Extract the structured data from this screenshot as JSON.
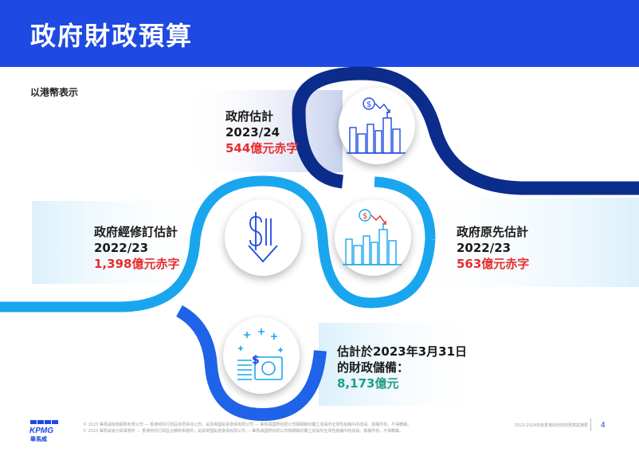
{
  "header": {
    "title": "政府財政預算"
  },
  "subtitle": "以港幣表示",
  "items": [
    {
      "line1": "政府估計",
      "line2": "2023/24",
      "value": "544億元赤字"
    },
    {
      "line1": "政府經修訂估計",
      "line2": "2022/23",
      "value": "1,398億元赤字"
    },
    {
      "line1": "政府原先估計",
      "line2": "2022/23",
      "value": "563億元赤字"
    },
    {
      "line1": "估計於2023年3月31日",
      "line2": "的財政儲備：",
      "value": "8,173億元"
    }
  ],
  "colors": {
    "header": "#1E49E2",
    "deficit": "#E62E2E",
    "reserve": "#1F9E86",
    "dark_curve": "#0C2C8C",
    "light_curve": "#19A6EE"
  },
  "icons": [
    "money-down-city-icon",
    "dollar-down-arrow-icon",
    "money-down-city-icon",
    "coins-cash-sparkle-icon"
  ],
  "footer": {
    "logo": "KPMG",
    "logo_chinese": "畢馬威",
    "disclaimer_1": "© 2023 畢馬威稅務服務有限公司 — 香港特別行政區有限責任公司，是與英國私營擔保有限公司 — 畢馬威國際有限公司相關聯的獨立成員所全球性組織中的成員。版權所有，不得轉載。",
    "disclaimer_2": "© 2023 畢馬威會計師事務所 — 香港特別行政區合夥制事務所，是與英國私營擔保有限公司 — 畢馬威國際有限公司相關聯的獨立成員所全球性組織中的成員。版權所有，不得轉載。",
    "report_title": "2023-2024年度香港政府財政預算案摘要",
    "page": "4"
  }
}
